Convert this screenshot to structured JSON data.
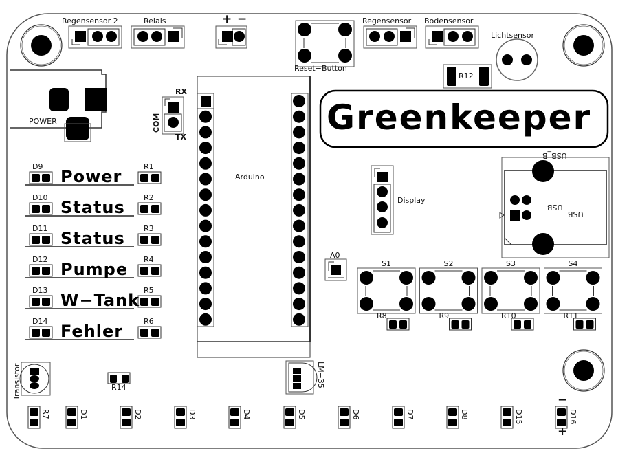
{
  "board": {
    "title": "Greenkeeper",
    "outline_color": "#666666",
    "pad_color": "#000000"
  },
  "connectors": {
    "regensensor2": "Regensensor 2",
    "relais": "Relais",
    "power_plus": "+",
    "power_minus": "−",
    "reset_button": "Reset−Button",
    "regensensor": "Regensensor",
    "bodensensor": "Bodensensor",
    "lichtsensor": "Lichtsensor",
    "r12": "R12",
    "power_jack": "POWER",
    "com": "COM",
    "rx": "RX",
    "tx": "TX",
    "arduino": "Arduino",
    "display": "Display",
    "a0": "A0",
    "usb_b": "USB_B",
    "usb_1": "USB",
    "usb_2": "USB",
    "transistor": "Transistor",
    "lm35": "LM−35",
    "r14": "R14"
  },
  "status_leds": [
    {
      "led": "D9",
      "label": "Power",
      "resistor": "R1"
    },
    {
      "led": "D10",
      "label": "Status",
      "resistor": "R2"
    },
    {
      "led": "D11",
      "label": "Status",
      "resistor": "R3"
    },
    {
      "led": "D12",
      "label": "Pumpe",
      "resistor": "R4"
    },
    {
      "led": "D13",
      "label": "W−Tank",
      "resistor": "R5"
    },
    {
      "led": "D14",
      "label": "Fehler",
      "resistor": "R6"
    }
  ],
  "switches": [
    {
      "switch": "S1",
      "resistor": "R8"
    },
    {
      "switch": "S2",
      "resistor": "R9"
    },
    {
      "switch": "S3",
      "resistor": "R10"
    },
    {
      "switch": "S4",
      "resistor": "R11"
    }
  ],
  "bottom_parts": [
    "R7",
    "D1",
    "D2",
    "D3",
    "D4",
    "D5",
    "D6",
    "D7",
    "D8",
    "D15",
    "D16"
  ],
  "d16_polarity": {
    "top": "−",
    "bottom": "+"
  }
}
